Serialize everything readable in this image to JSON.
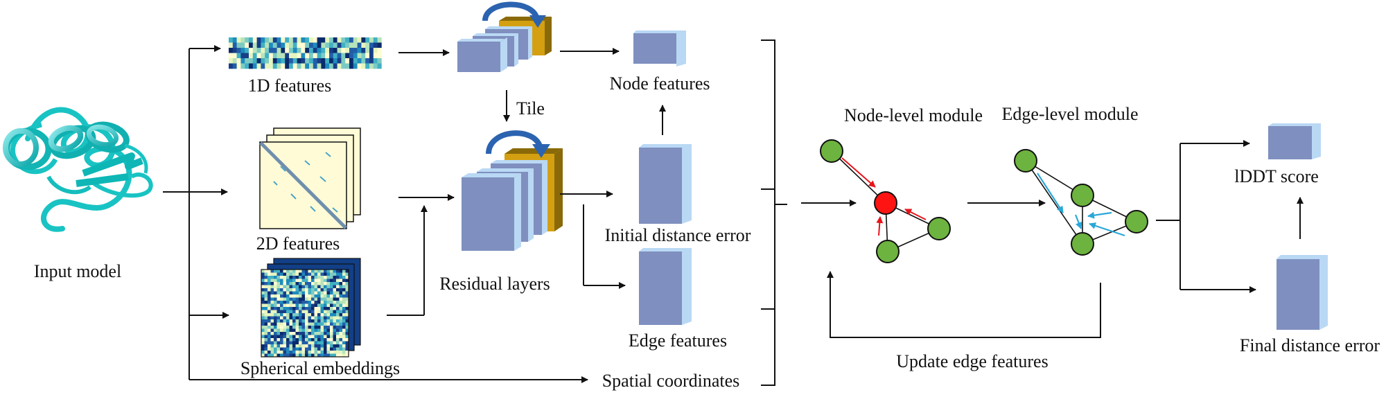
{
  "labels": {
    "input_model": "Input model",
    "features_1d": "1D features",
    "features_2d": "2D features",
    "spherical_embeddings": "Spherical embeddings",
    "tile": "Tile",
    "residual_layers": "Residual layers",
    "node_features": "Node features",
    "initial_distance_error": "Initial distance error",
    "edge_features": "Edge features",
    "spatial_coordinates": "Spatial coordinates",
    "node_level_module": "Node-level module",
    "edge_level_module": "Edge-level module",
    "update_edge_features": "Update edge features",
    "lddt_score": "lDDT score",
    "final_distance_error": "Final distance error"
  },
  "colors": {
    "protein": "#19c3c3",
    "block_face": "#7f8fbf",
    "block_side": "#b9d8f4",
    "gold_face": "#d4a012",
    "gold_side": "#8a6a08",
    "node_green": "#6db33f",
    "node_red": "#ff1414",
    "node_arrow": "#e8141a",
    "edge_arrow": "#2aa7d8",
    "loop_arrow": "#2b63b0"
  },
  "icons": [
    "protein-cartoon-icon",
    "heatmap-1d-icon",
    "contact-map-2d-icon",
    "spherical-heatmap-icon",
    "residual-block-icon",
    "loop-arrow-icon",
    "graph-node-icon"
  ]
}
